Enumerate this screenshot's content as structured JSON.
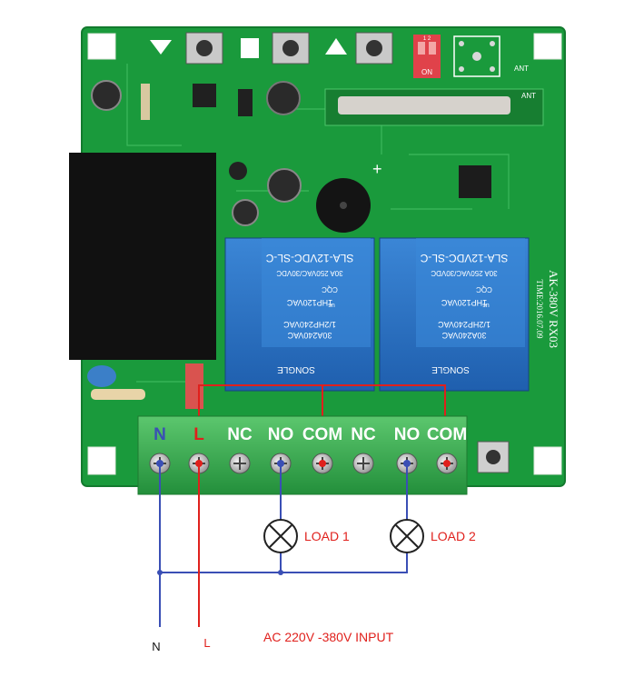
{
  "board": {
    "model": "AK-380V RX03",
    "date": "TIME:2016.07.09",
    "ant_label": "ANT",
    "ant_label_top": "ANT",
    "dip_on": "ON",
    "dip_num": "1 2",
    "plus": "+"
  },
  "relays": [
    {
      "line1": "30A240VAC",
      "line2": "1/2HP240VAC",
      "line3": "1HP120VAC",
      "line4": "30A 250VAC/30VDC",
      "model": "SLA-12VDC-SL-C",
      "brand": "SONGLE",
      "cqc": "CQC",
      "ul": "us"
    },
    {
      "line1": "30A240VAC",
      "line2": "1/2HP240VAC",
      "line3": "1HP120VAC",
      "line4": "30A 250VAC/30VDC",
      "model": "SLA-12VDC-SL-C",
      "brand": "SONGLE",
      "cqc": "CQC",
      "ul": "us"
    }
  ],
  "terminals": [
    "N",
    "L",
    "NC",
    "NO",
    "COM",
    "NC",
    "NO",
    "COM"
  ],
  "loads": [
    {
      "label": "LOAD 1"
    },
    {
      "label": "LOAD 2"
    }
  ],
  "supply": {
    "n_label": "N",
    "l_label": "L",
    "input_label": "AC 220V -380V INPUT"
  },
  "colors": {
    "pcb": "#1a9a3c",
    "relay": "#2c74c4",
    "neutral_wire": "#3a4fb5",
    "live_wire": "#e0201c",
    "label_red": "#e0201c"
  }
}
